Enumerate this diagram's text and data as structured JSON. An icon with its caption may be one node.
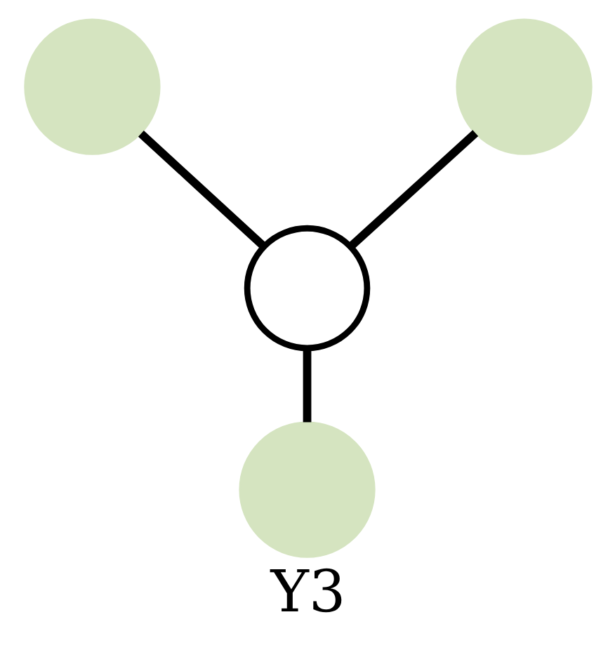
{
  "diagram": {
    "caption": "Y3",
    "nodes": [
      {
        "text": [],
        "shape": "circle"
      },
      {
        "text": [],
        "shape": "circle"
      },
      {
        "text": [],
        "shape": "circle"
      },
      {
        "text": [],
        "shape": "circle"
      }
    ],
    "edges": [
      {
        "from": 0,
        "to": 2,
        "arrow": "none"
      },
      {
        "from": 1,
        "to": 2,
        "arrow": "none"
      },
      {
        "from": 2,
        "to": 3,
        "arrow": "none"
      }
    ]
  }
}
